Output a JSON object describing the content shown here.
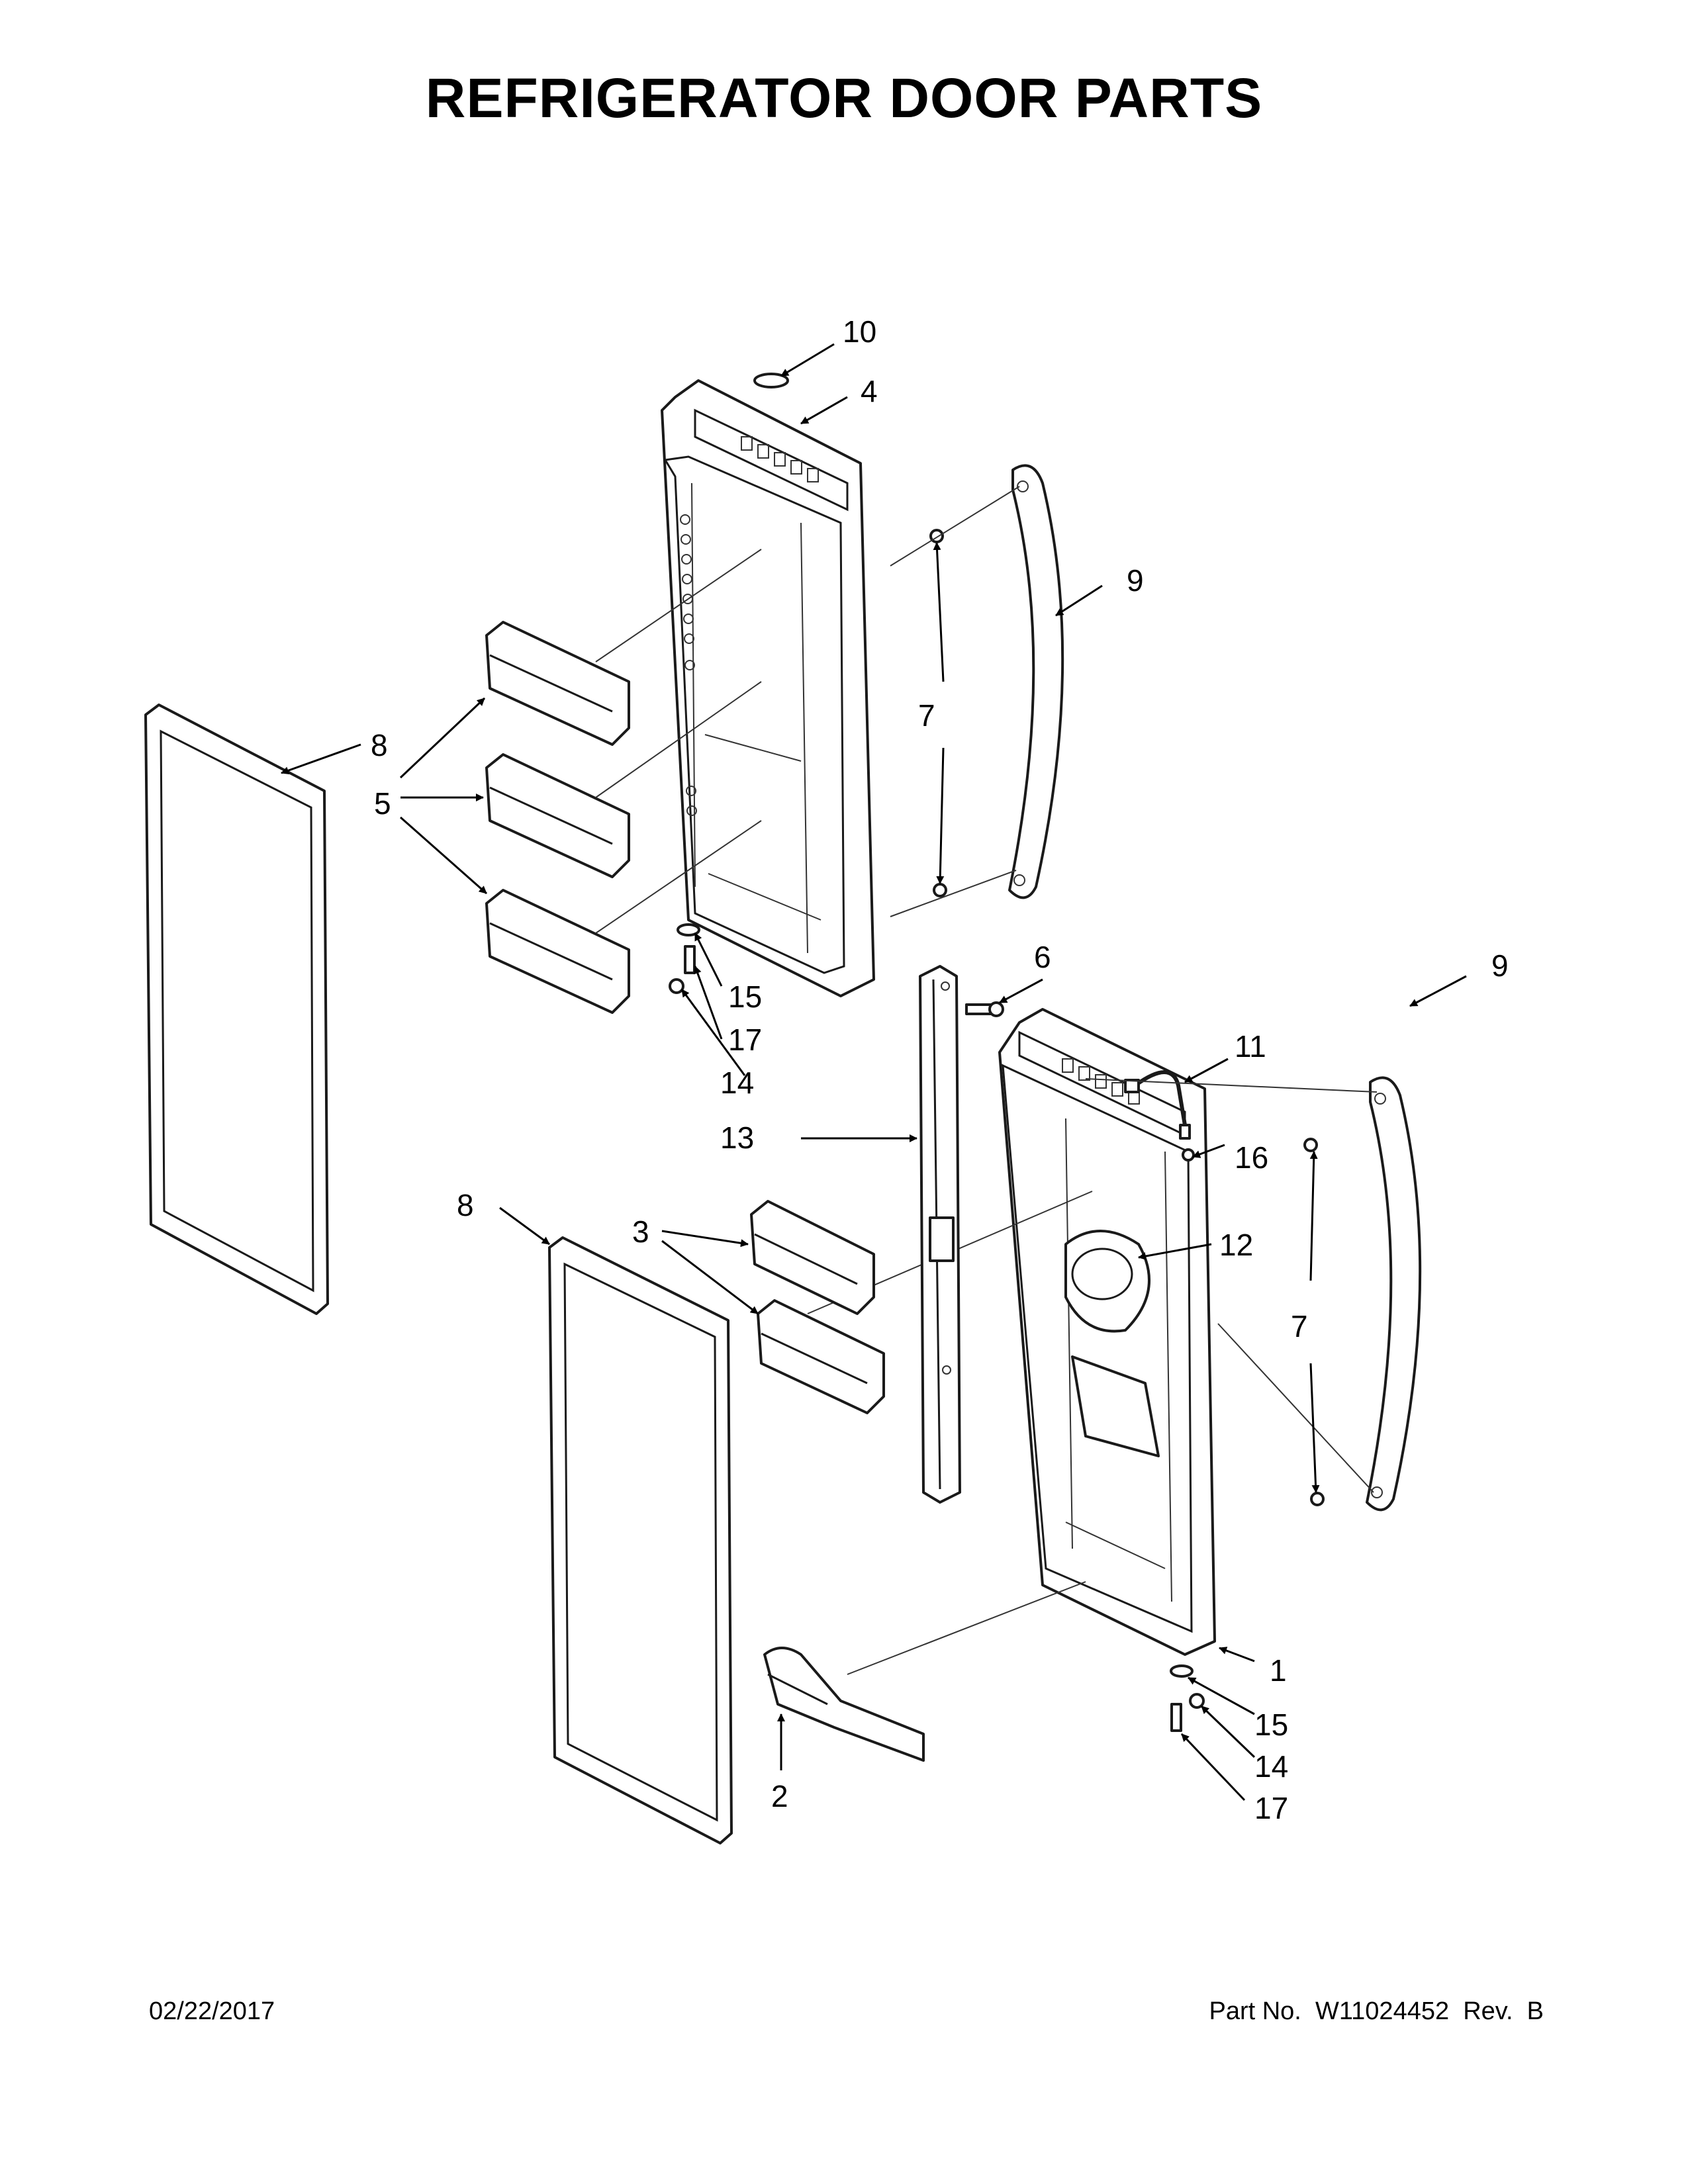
{
  "title": "REFRIGERATOR DOOR PARTS",
  "footer": {
    "date": "02/22/2017",
    "part_number": "Part No.  W11024452  Rev.  B"
  },
  "callouts": {
    "c1": "1",
    "c2": "2",
    "c3": "3",
    "c4": "4",
    "c5": "5",
    "c6": "6",
    "c7a": "7",
    "c7b": "7",
    "c8a": "8",
    "c8b": "8",
    "c9a": "9",
    "c9b": "9",
    "c10": "10",
    "c11": "11",
    "c12": "12",
    "c13": "13",
    "c14a": "14",
    "c14b": "14",
    "c15a": "15",
    "c15b": "15",
    "c16": "16",
    "c17a": "17",
    "c17b": "17"
  }
}
